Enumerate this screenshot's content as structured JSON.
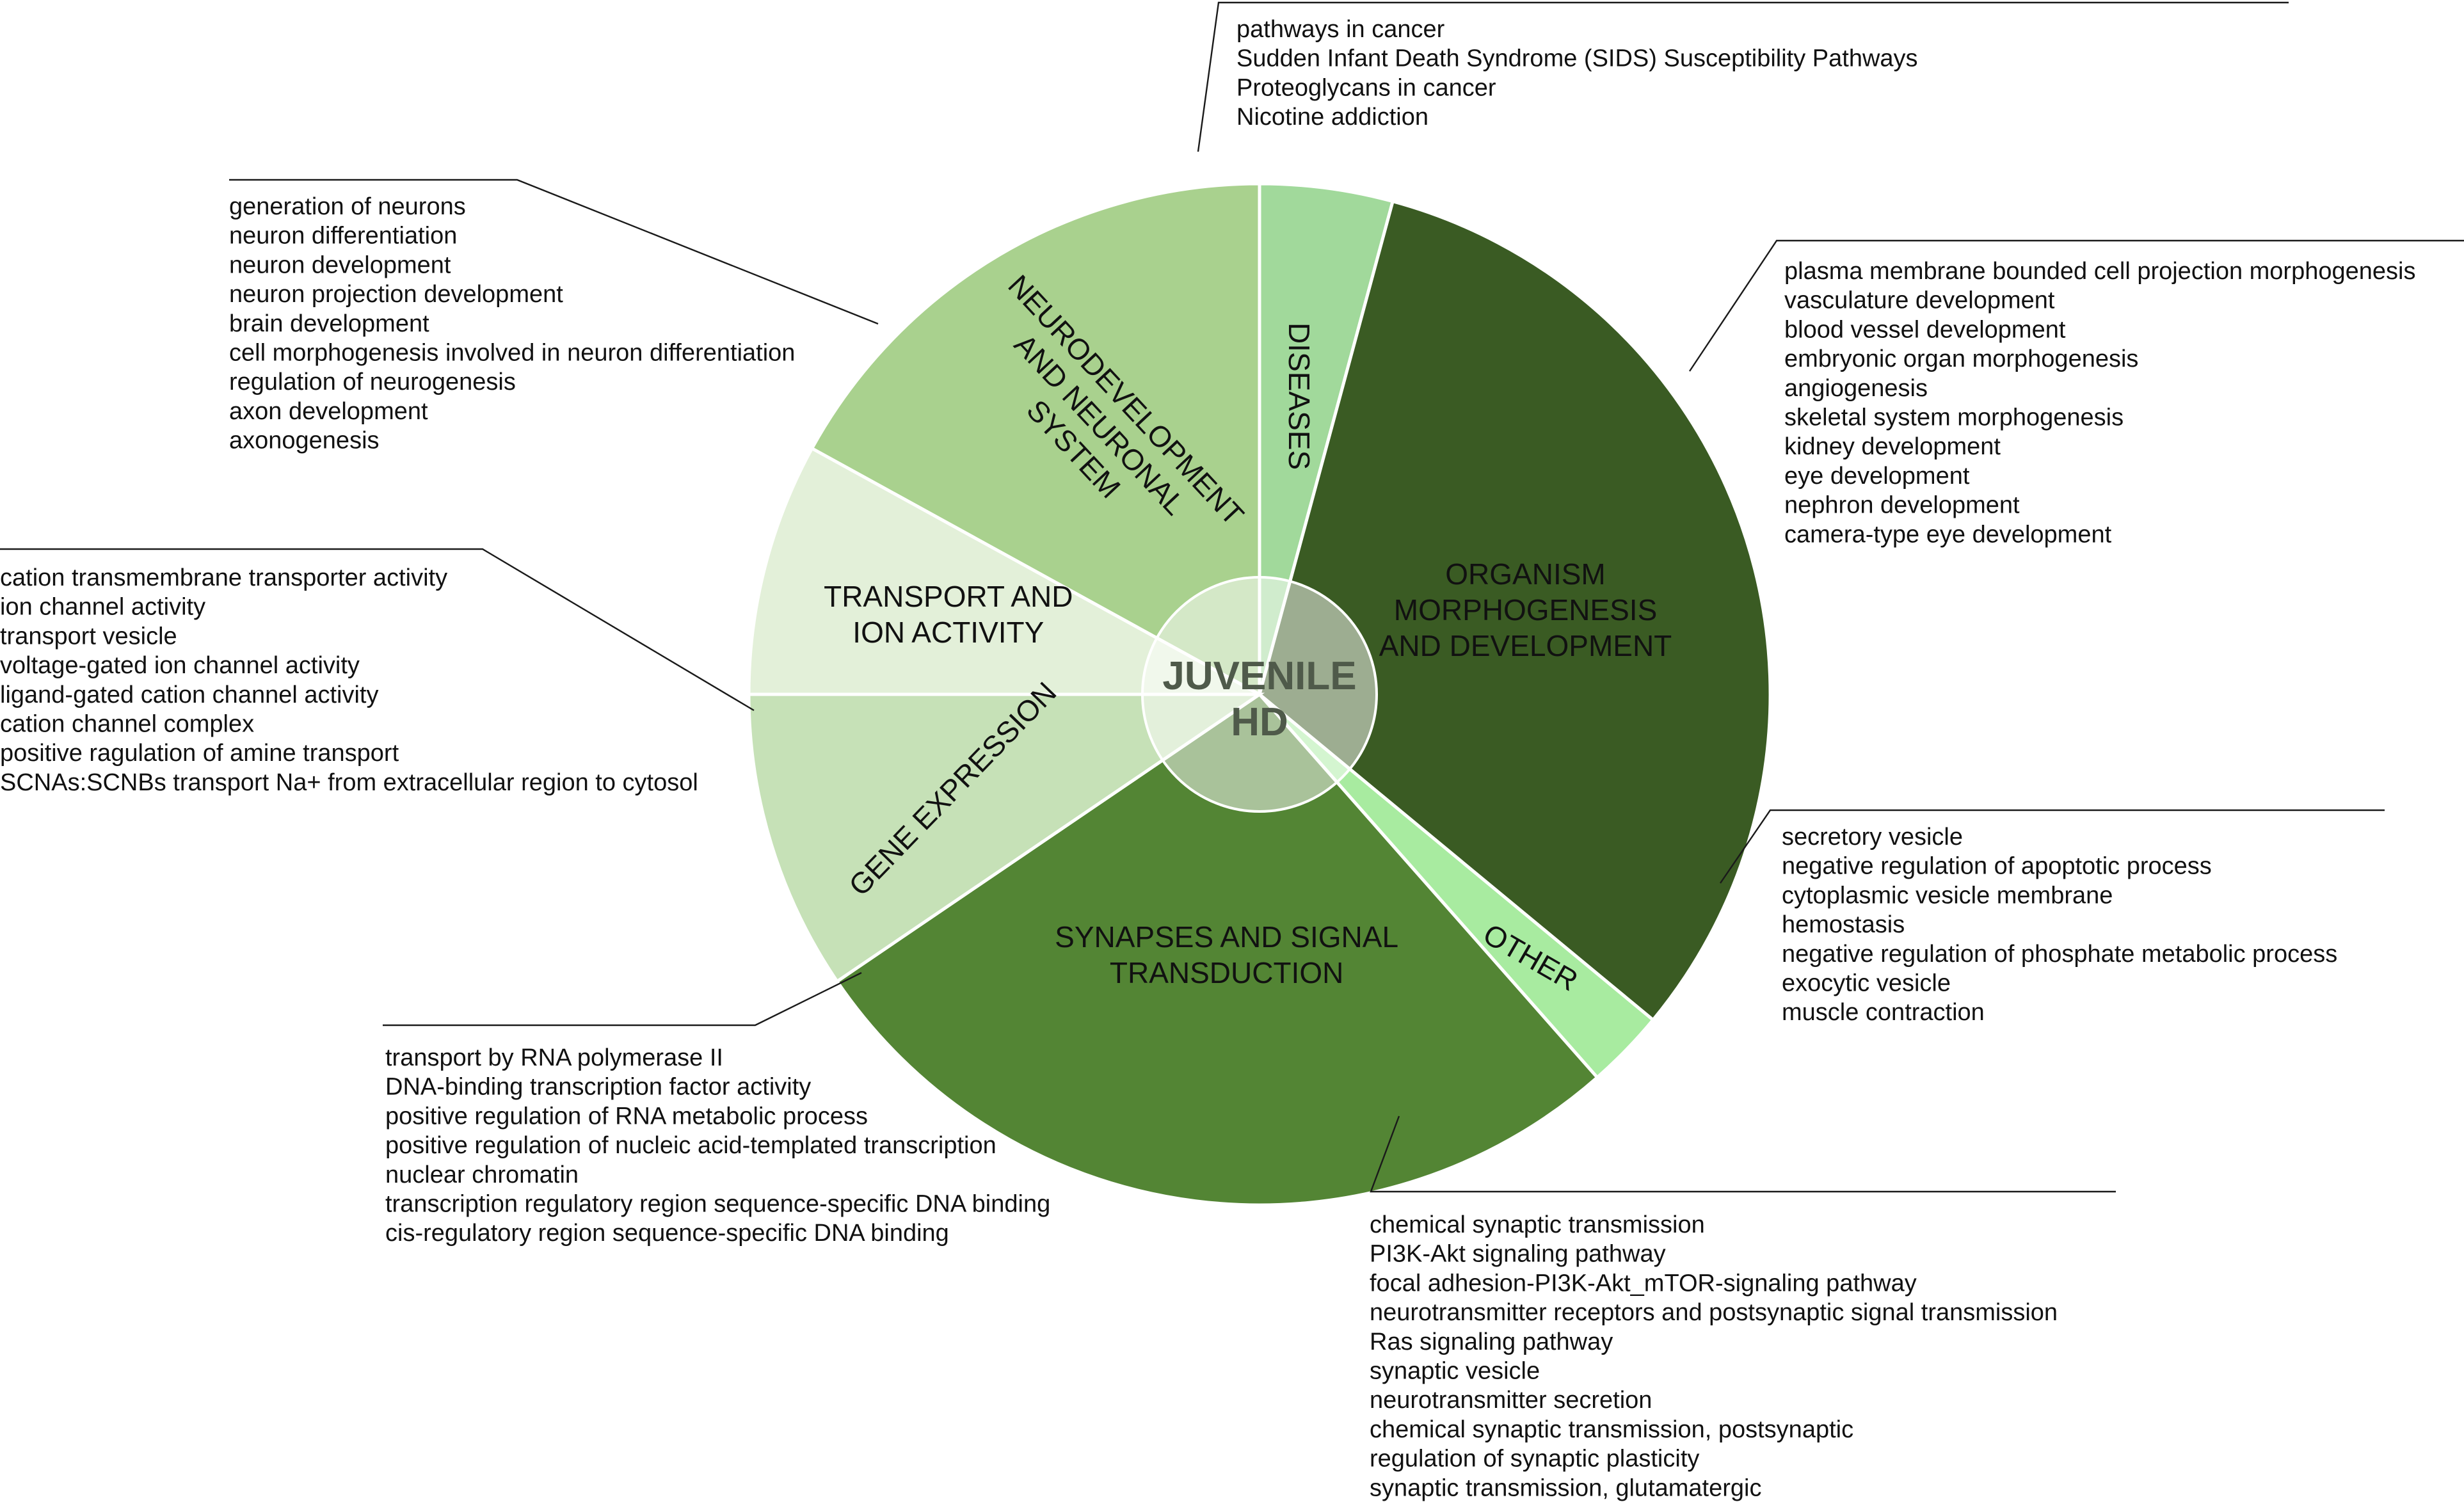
{
  "chart_data": {
    "type": "pie",
    "center_label": [
      "JUVENILE",
      "HD"
    ],
    "slices": [
      {
        "name": "DISEASES",
        "label_lines": [
          "DISEASES"
        ],
        "value": 4.2,
        "color": "#a1d99b",
        "terms": [
          "pathways in cancer",
          "Sudden Infant Death Syndrome (SIDS) Susceptibility Pathways",
          "Proteoglycans in cancer",
          "Nicotine addiction"
        ]
      },
      {
        "name": "ORGANISM MORPHOGENESIS AND DEVELOPMENT",
        "label_lines": [
          "ORGANISM",
          "MORPHOGENESIS",
          "AND DEVELOPMENT"
        ],
        "value": 31.8,
        "color": "#3a5b23",
        "terms": [
          "plasma membrane bounded cell projection morphogenesis",
          "vasculature development",
          "blood vessel development",
          "embryonic organ morphogenesis",
          "angiogenesis",
          "skeletal system morphogenesis",
          "kidney development",
          "eye development",
          "nephron development",
          "camera-type eye development"
        ]
      },
      {
        "name": "OTHER",
        "label_lines": [
          "OTHER"
        ],
        "value": 2.5,
        "color": "#a8eba0",
        "terms": [
          "secretory vesicle",
          "negative regulation of apoptotic process",
          "cytoplasmic vesicle membrane",
          "hemostasis",
          "negative regulation of phosphate metabolic process",
          "exocytic vesicle",
          "muscle contraction"
        ]
      },
      {
        "name": "SYNAPSES AND SIGNAL TRANSDUCTION",
        "label_lines": [
          "SYNAPSES AND SIGNAL",
          "TRANSDUCTION"
        ],
        "value": 27.0,
        "color": "#538534",
        "terms": [
          "chemical synaptic transmission",
          "PI3K-Akt signaling pathway",
          "focal adhesion-PI3K-Akt_mTOR-signaling pathway",
          "neurotransmitter receptors and postsynaptic signal transmission",
          "Ras signaling pathway",
          "synaptic vesicle",
          "neurotransmitter secretion",
          "chemical synaptic transmission, postsynaptic",
          "regulation of synaptic plasticity",
          "synaptic transmission, glutamatergic"
        ]
      },
      {
        "name": "GENE EXPRESSION",
        "label_lines": [
          "GENE EXPRESSION"
        ],
        "value": 9.5,
        "color": "#c6e1b7",
        "terms": [
          "transport by RNA polymerase II",
          "DNA-binding transcription factor activity",
          "positive regulation of RNA metabolic process",
          "positive regulation of nucleic acid-templated transcription",
          "nuclear chromatin",
          "transcription regulatory region sequence-specific DNA binding",
          "cis-regulatory region sequence-specific DNA binding"
        ]
      },
      {
        "name": "TRANSPORT AND ION ACTIVITY",
        "label_lines": [
          "TRANSPORT AND",
          "ION ACTIVITY"
        ],
        "value": 8.0,
        "color": "#e3f0d9",
        "terms": [
          "cation transmembrane transporter activity",
          "ion channel activity",
          "transport vesicle",
          "voltage-gated ion channel activity",
          "ligand-gated cation channel activity",
          "cation channel complex",
          "positive ragulation of amine transport",
          "SCNAs:SCNBs transport Na+ from extracellular region to cytosol"
        ]
      },
      {
        "name": "NEURODEVELOPMENT AND NEURONAL SYSTEM",
        "label_lines": [
          "NEURODEVELOPMENT",
          "AND NEURONAL",
          "SYSTEM"
        ],
        "value": 17.0,
        "color": "#a9d18e",
        "terms": [
          "generation of neurons",
          "neuron differentiation",
          "neuron development",
          "neuron projection development",
          "brain development",
          "cell morphogenesis involved in neuron differentiation",
          "regulation of neurogenesis",
          "axon development",
          "axonogenesis"
        ]
      }
    ]
  }
}
